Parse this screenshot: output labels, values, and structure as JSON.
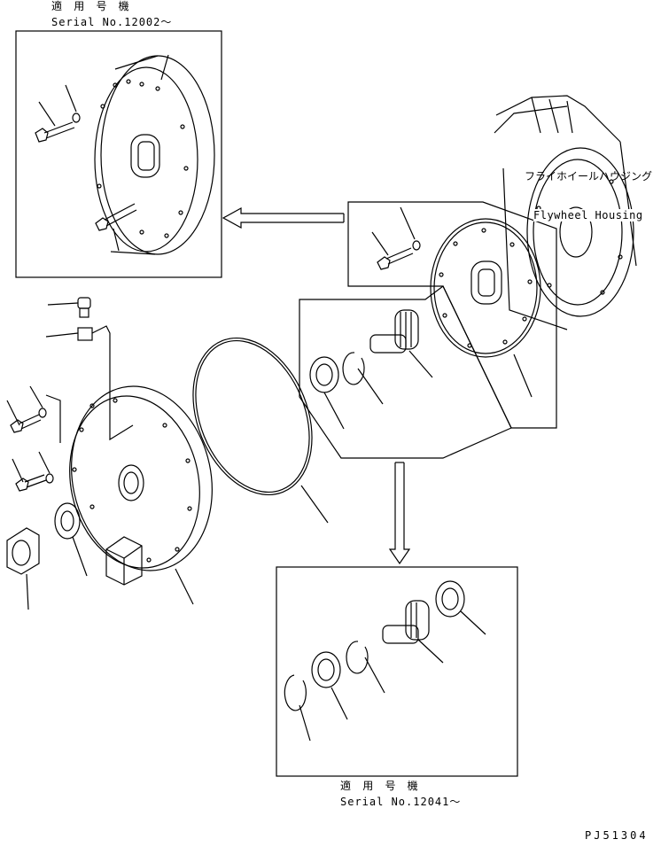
{
  "top_note": {
    "applies_jp": "適 用 号 機",
    "serial": "Serial No.12002～"
  },
  "bottom_note": {
    "applies_jp": "適 用 号 機",
    "serial": "Serial No.12041～"
  },
  "housing_label": {
    "jp": "フライホイールハウジング",
    "en": "Flywheel Housing"
  },
  "drawing_code": "PJ51304"
}
